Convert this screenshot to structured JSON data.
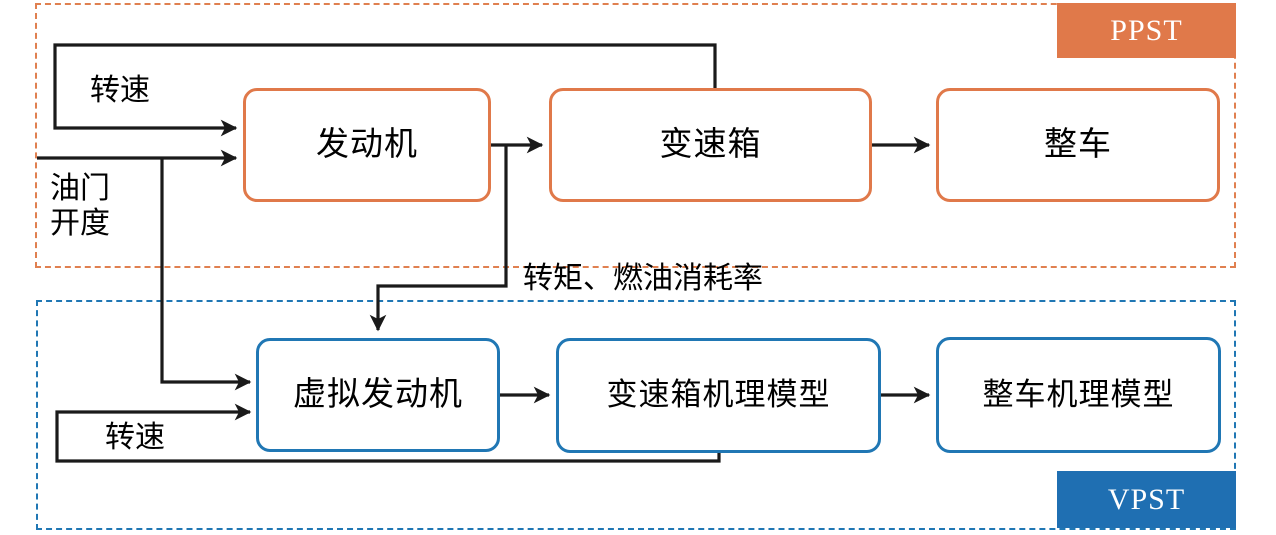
{
  "diagram": {
    "title": "PPST / VPST powertrain block diagram",
    "groups": [
      {
        "id": "ppst",
        "badge": "PPST",
        "color": "#E0794A"
      },
      {
        "id": "vpst",
        "badge": "VPST",
        "color": "#1F6FB2"
      }
    ],
    "nodes": {
      "engine": "发动机",
      "gearbox": "变速箱",
      "vehicle": "整车",
      "virtual_engine": "虚拟发动机",
      "gearbox_model": "变速箱机理模型",
      "vehicle_model": "整车机理模型"
    },
    "labels": {
      "speed_top": "转速",
      "throttle": "油门\n开度",
      "throttle_line1": "油门",
      "throttle_line2": "开度",
      "torque_fuel": "转矩、燃油消耗率",
      "speed_bottom": "转速"
    }
  },
  "colors": {
    "orange": "#E0794A",
    "blue": "#2077B4",
    "badge_blue": "#1F6FB2",
    "wire": "#1A1A1A",
    "background": "#FFFFFF"
  }
}
